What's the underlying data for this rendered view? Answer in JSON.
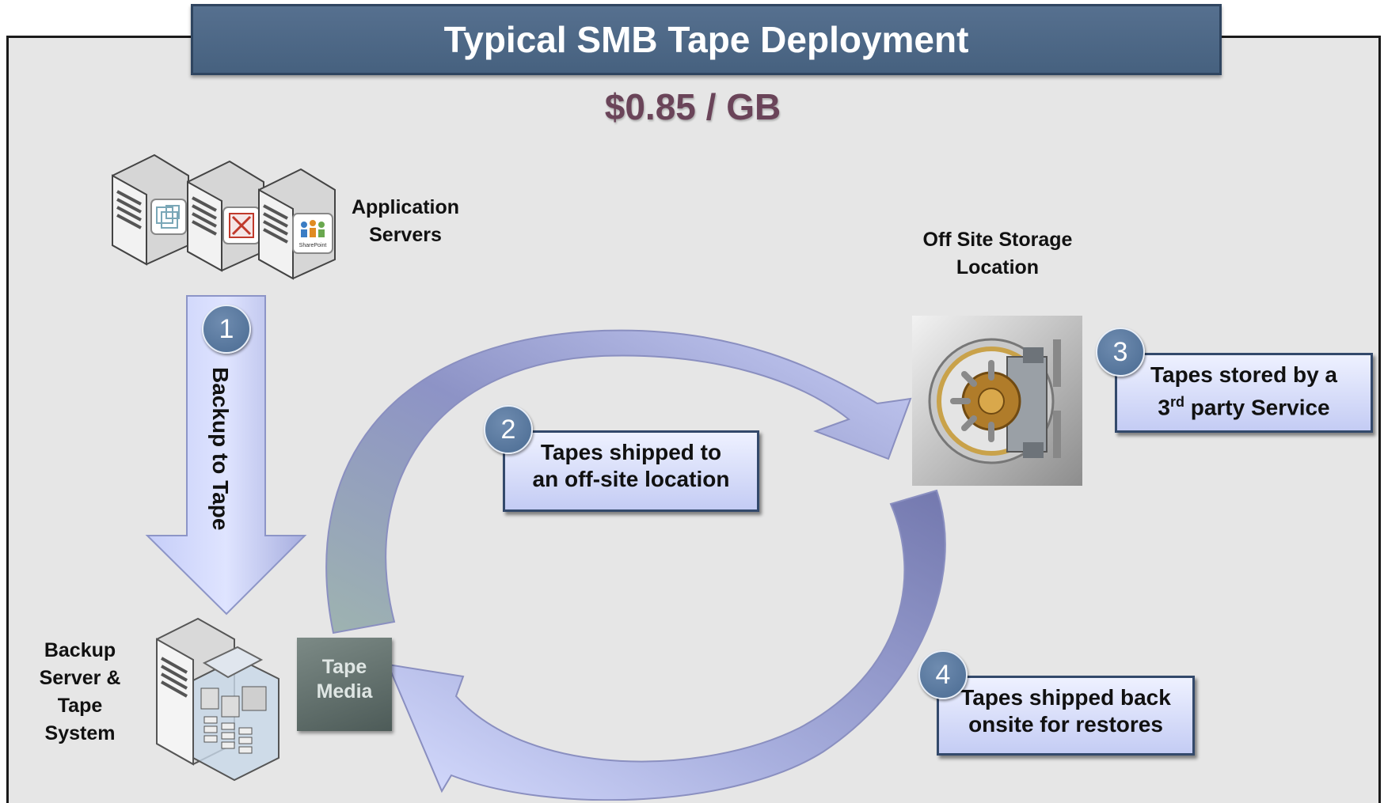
{
  "title": "Typical SMB Tape Deployment",
  "cost": "$0.85 / GB",
  "app_servers": {
    "line1": "Application",
    "line2": "Servers",
    "icons": [
      "vmware-icon",
      "exchange-icon",
      "sharepoint-icon"
    ],
    "sharepoint_label": "SharePoint"
  },
  "offsite": {
    "line1": "Off Site Storage",
    "line2": "Location"
  },
  "backup_server": {
    "lines": [
      "Backup",
      "Server &",
      "Tape",
      "System"
    ]
  },
  "arrow_label": "Backup to Tape",
  "tape_media": {
    "line1": "Tape",
    "line2": "Media"
  },
  "steps": [
    {
      "num": "1"
    },
    {
      "num": "2",
      "line1": "Tapes shipped to",
      "line2": "an off-site location"
    },
    {
      "num": "3",
      "line1": "Tapes stored by a",
      "line2_pre": "3",
      "line2_sup": "rd",
      "line2_post": " party Service"
    },
    {
      "num": "4",
      "line1": "Tapes shipped back",
      "line2": "onsite for restores"
    }
  ],
  "colors": {
    "title_bar": "#4d6786",
    "cost_text": "#6a4459",
    "callout_top": "#eef1ff",
    "callout_bottom": "#c4ccf4",
    "badge": "#5a7aa0",
    "arrow_light": "#d4dbff",
    "arrow_dark": "#7c82b8",
    "frame_bg": "#e6e6e6"
  }
}
